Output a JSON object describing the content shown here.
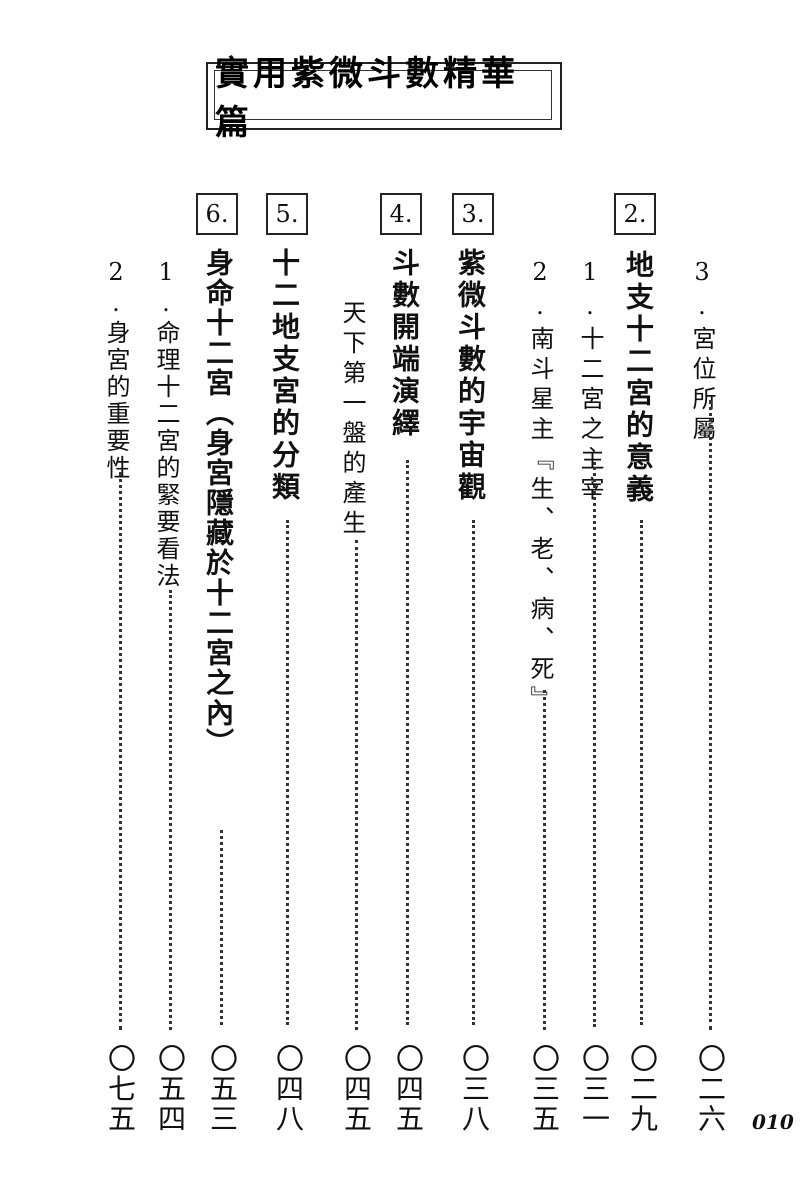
{
  "header": {
    "title": "實用紫微斗數精華篇"
  },
  "entries": [
    {
      "label": "3.宮位所屬",
      "page": "〇二六"
    },
    {
      "number": "2.",
      "label": "地支十二宮的意義",
      "page": "〇二九"
    },
    {
      "label": "1.十二宮之主宰",
      "page": "〇三一"
    },
    {
      "label": "2.南斗星主『生、老、病、死』",
      "page": "〇三五"
    },
    {
      "number": "3.",
      "label": "紫微斗數的宇宙觀",
      "page": "〇三八"
    },
    {
      "number": "4.",
      "label": "斗數開端演繹",
      "page": "〇四五"
    },
    {
      "label": "天下第一盤的產生",
      "page": "〇四五"
    },
    {
      "number": "5.",
      "label": "十二地支宮的分類",
      "page": "〇四八"
    },
    {
      "number": "6.",
      "label": "身命十二宮（身宮隱藏於十二宮之內）",
      "page": "〇五三"
    },
    {
      "label": "1.命理十二宮的緊要看法",
      "page": "〇五四"
    },
    {
      "label": "2.身宮的重要性",
      "page": "〇七五"
    }
  ],
  "folio": "010"
}
